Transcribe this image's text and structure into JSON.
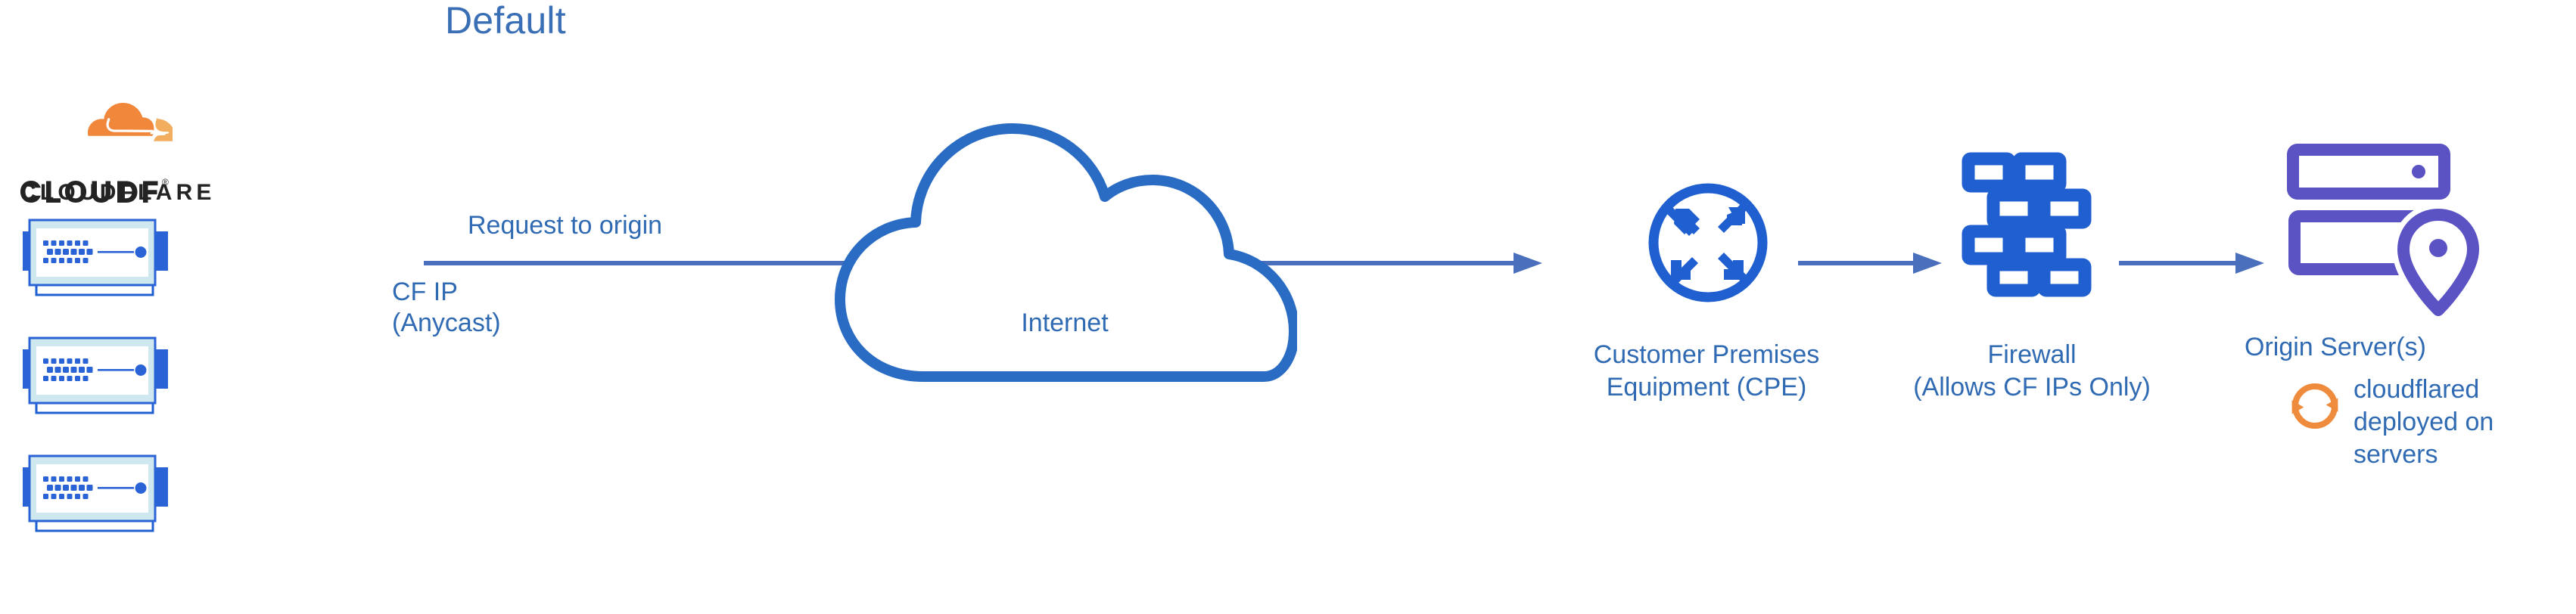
{
  "diagram": {
    "title": "Default",
    "type": "network-architecture",
    "colors": {
      "title_blue": "#3a6fb5",
      "label_blue": "#2f6ab3",
      "arrow_blue": "#4a70bd",
      "icon_blue": "#1f5fd0",
      "origin_purple": "#5b52c4",
      "cloudflare_orange": "#f1873b",
      "cloudflare_orange_light": "#f3ad5e",
      "wordmark_black": "#232323",
      "router_panel": "#cfe7ef",
      "router_face": "#ffffff"
    }
  },
  "logo": {
    "name": "cloudflare-logo",
    "wordmark": "CLOUDFLARE",
    "registered_mark": "®",
    "mark_icon": "cloudflare-cloud-mark"
  },
  "routers": {
    "count": 3,
    "icon": "network-switch-icon",
    "items": [
      {
        "name": "cloudflare-edge-router-1"
      },
      {
        "name": "cloudflare-edge-router-2"
      },
      {
        "name": "cloudflare-edge-router-3"
      }
    ]
  },
  "arrows": [
    {
      "name": "arrow-origin-request",
      "direction": "right",
      "label_above": "Request to origin",
      "label_below": "CF IP\n(Anycast)"
    },
    {
      "name": "arrow-cpe-firewall",
      "direction": "right"
    },
    {
      "name": "arrow-firewall-origin",
      "direction": "right"
    }
  ],
  "labels": {
    "request_to_origin": "Request to origin",
    "cf_ip": "CF IP\n(Anycast)"
  },
  "nodes": [
    {
      "name": "internet",
      "label": "Internet",
      "icon": "cloud-outline-icon"
    },
    {
      "name": "cpe",
      "label": "Customer Premises\nEquipment (CPE)",
      "icon": "router-circle-arrows-icon"
    },
    {
      "name": "firewall",
      "label": "Firewall\n(Allows CF IPs Only)",
      "icon": "brick-wall-icon"
    },
    {
      "name": "origin-server",
      "label": "Origin Server(s)",
      "icon": "server-rack-location-pin-icon"
    }
  ],
  "internet": {
    "label": "Internet"
  },
  "cpe": {
    "label": "Customer Premises\nEquipment (CPE)"
  },
  "firewall": {
    "label": "Firewall\n(Allows CF IPs Only)"
  },
  "origin": {
    "label": "Origin Server(s)",
    "note_icon": "refresh-sync-icon",
    "note_lines": [
      "cloudflared",
      "deployed on",
      "servers"
    ],
    "note": "cloudflared deployed on servers"
  }
}
